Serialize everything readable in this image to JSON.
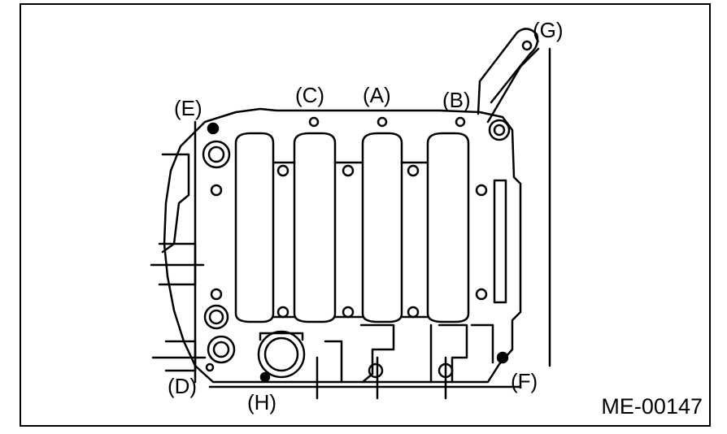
{
  "callouts": {
    "a": "(A)",
    "b": "(B)",
    "c": "(C)",
    "d": "(D)",
    "e": "(E)",
    "f": "(F)",
    "g": "(G)",
    "h": "(H)"
  },
  "figure_code": "ME-00147"
}
